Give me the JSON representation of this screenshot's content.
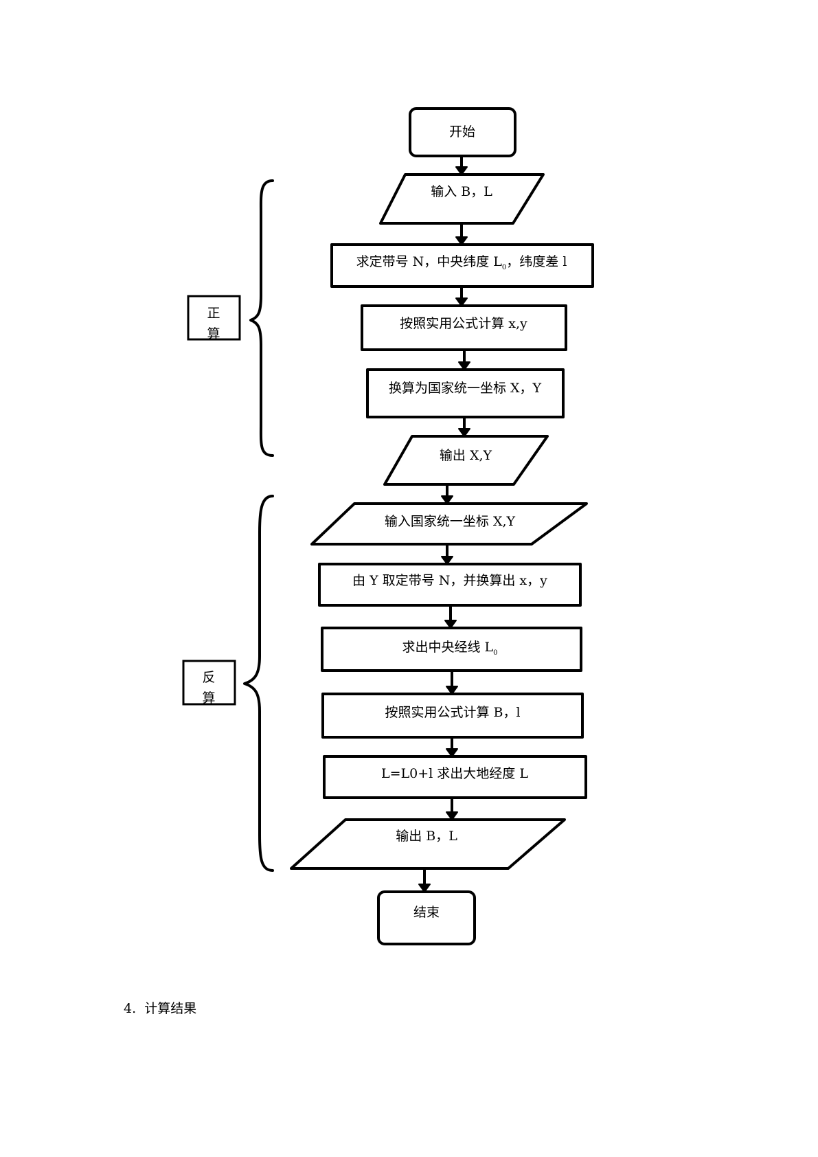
{
  "flowchart": {
    "start": "开始",
    "forward_label_1": "正",
    "forward_label_2": "算",
    "input_bl": "输入 B，L",
    "zone_step_main": "求定带号 N，中央纬度 L",
    "zone_step_sub": "0",
    "zone_step_tail": "，纬度差 l",
    "calc_xy": "按照实用公式计算 x,y",
    "convert_xy": "换算为国家统一坐标 X，Y",
    "output_xy": "输出 X,Y",
    "inverse_label_1": "反",
    "inverse_label_2": "算",
    "input_national": "输入国家统一坐标 X,Y",
    "zone_from_y": "由 Y 取定带号 N，并换算出 x，y",
    "central_meridian_main": "求出中央经线 L",
    "central_meridian_sub": "0",
    "calc_bl": "按照实用公式计算 B，l",
    "geodetic_longitude": "L=L0+l 求出大地经度 L",
    "output_bl": "输出 B，L",
    "end": "结束"
  },
  "section_heading": "4.  计算结果"
}
